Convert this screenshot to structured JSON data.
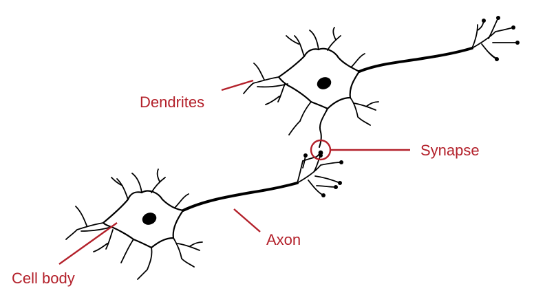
{
  "labels": {
    "dendrites": "Dendrites",
    "synapse": "Synapse",
    "axon": "Axon",
    "cell_body": "Cell body"
  },
  "colors": {
    "label": "#b3202a",
    "line": "#000000",
    "background": "#ffffff"
  }
}
